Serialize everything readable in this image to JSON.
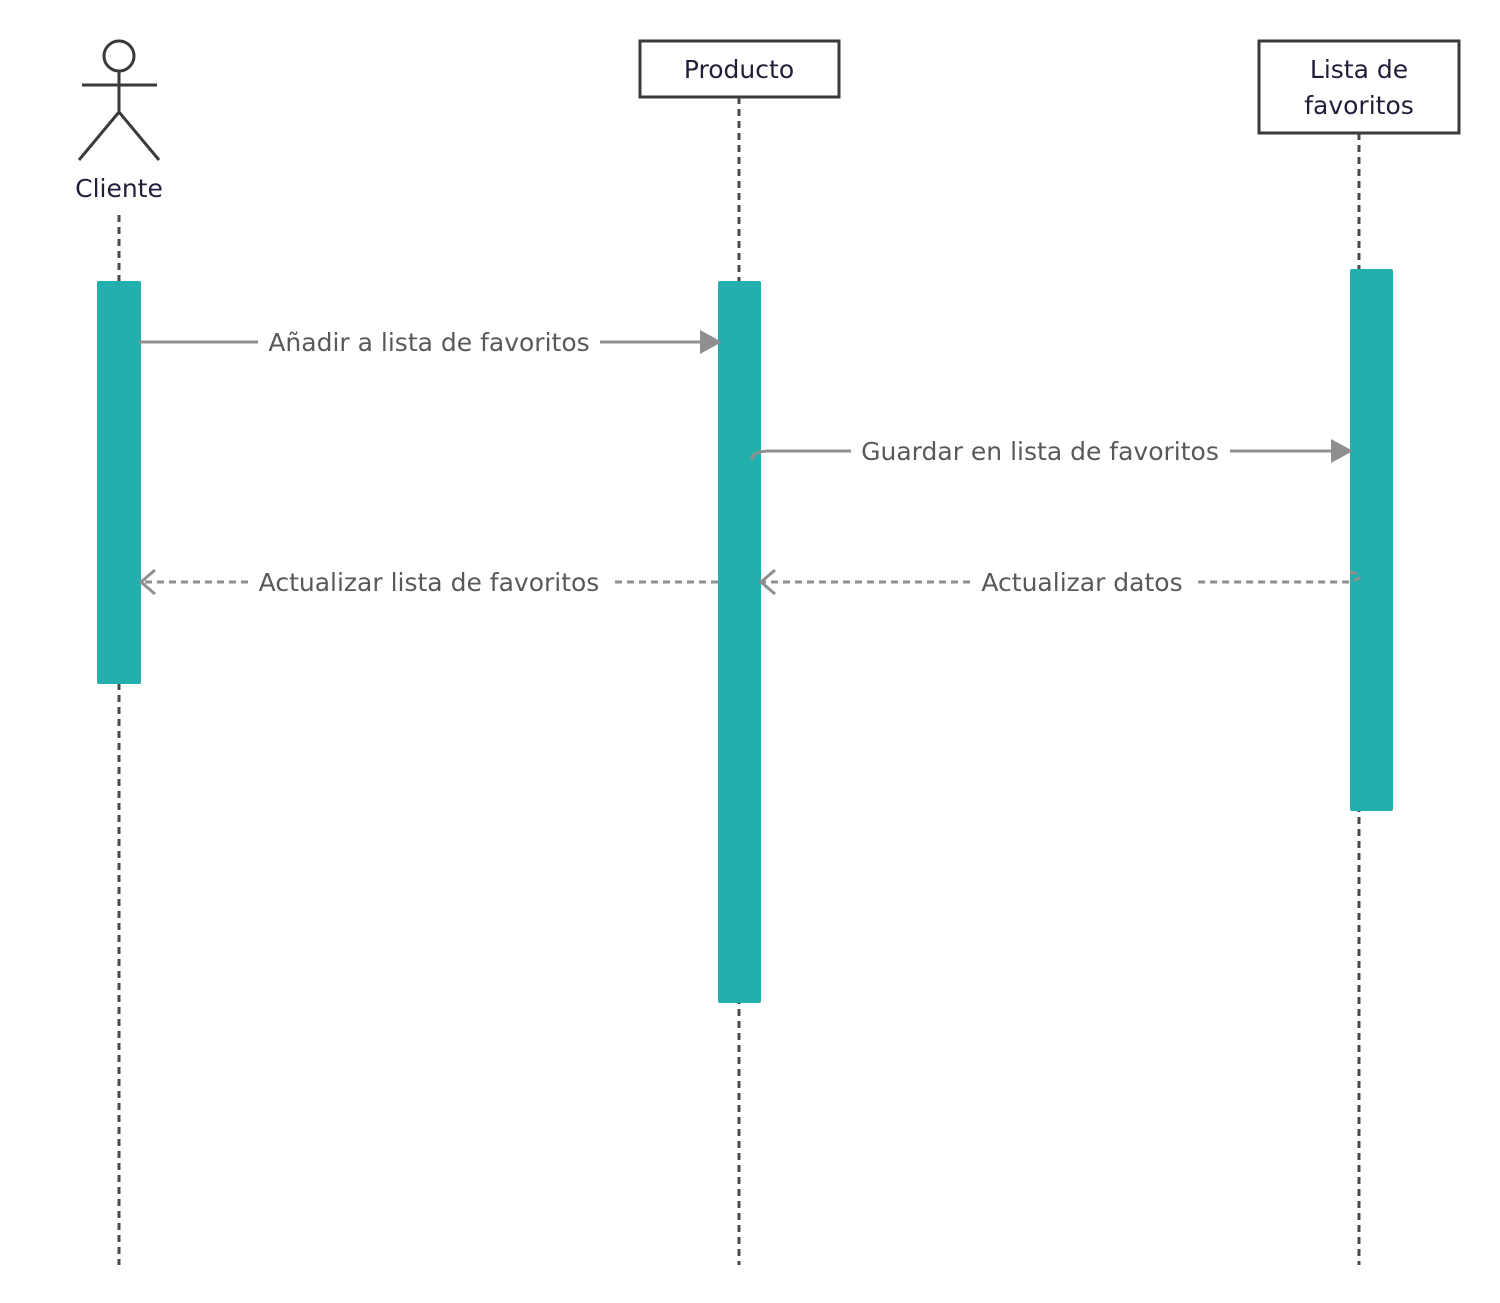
{
  "participants": {
    "cliente": {
      "label": "Cliente",
      "kind": "actor"
    },
    "producto": {
      "label": "Producto",
      "kind": "object"
    },
    "lista": {
      "label_lines": [
        "Lista de",
        "favoritos"
      ],
      "kind": "object"
    }
  },
  "messages": [
    {
      "label": "Añadir a lista de favoritos",
      "from": "Cliente",
      "to": "Producto",
      "style": "solid"
    },
    {
      "label": "Guardar en lista de favoritos",
      "from": "Producto",
      "to": "Lista de favoritos",
      "style": "solid"
    },
    {
      "label": "Actualizar lista de favoritos",
      "from": "Producto",
      "to": "Cliente",
      "style": "dashed"
    },
    {
      "label": "Actualizar datos",
      "from": "Lista de favoritos",
      "to": "Producto",
      "style": "dashed"
    }
  ],
  "colors": {
    "activation": "#22afad",
    "message_line": "#8f8f8f",
    "lifeline": "#4a4a4a",
    "box_border": "#3a3a3a"
  }
}
